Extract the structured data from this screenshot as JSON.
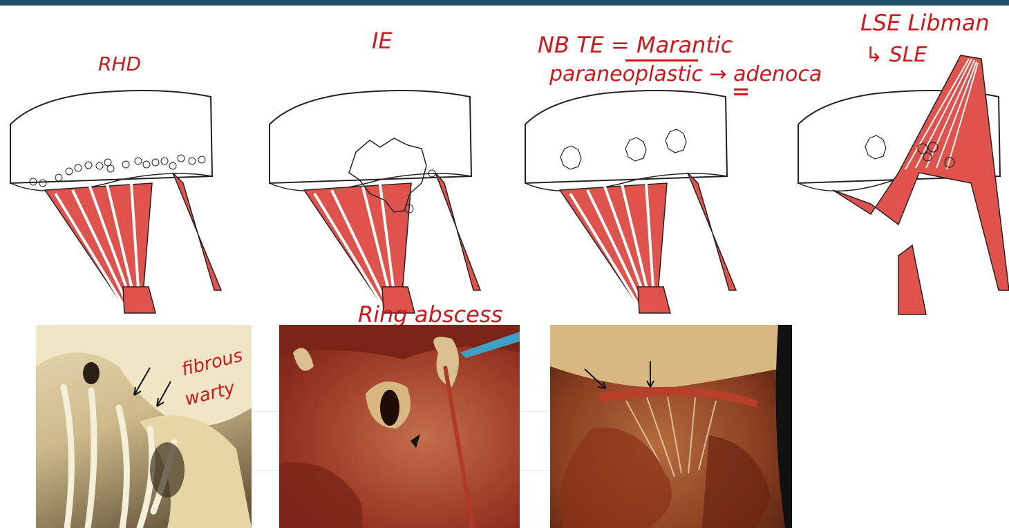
{
  "slide": {
    "accent_color": "#1f4e6e",
    "annotation_color": "#d0161a"
  },
  "annotations": {
    "rhd": "RHD",
    "ie": "IE",
    "nbte_line1": "NB TE = Marantic",
    "nbte_line2": "paraneoplastic → adenoca",
    "lse_line1": "LSE  Libman",
    "lse_line2": "↳ SLE",
    "ring_abscess": "Ring abscess",
    "fibrous": "fibrous",
    "warty": "warty"
  },
  "panels": [
    {
      "name": "rhd",
      "type": "valve-diagram",
      "vegetation": "small-beads-along-closure-line"
    },
    {
      "name": "ie",
      "type": "valve-diagram",
      "vegetation": "large-bulky-destructive"
    },
    {
      "name": "nbte",
      "type": "valve-diagram",
      "vegetation": "small-bland-nodules"
    },
    {
      "name": "lse",
      "type": "valve-diagram",
      "vegetation": "both-surfaces"
    }
  ],
  "photos": [
    {
      "name": "rhd-photo",
      "colors": [
        "#d8c89a",
        "#f0e4c4"
      ]
    },
    {
      "name": "ie-photo",
      "colors": [
        "#9a3020",
        "#c9683f"
      ]
    },
    {
      "name": "nbte-photo",
      "colors": [
        "#6e2a18",
        "#b86a3a"
      ]
    }
  ]
}
